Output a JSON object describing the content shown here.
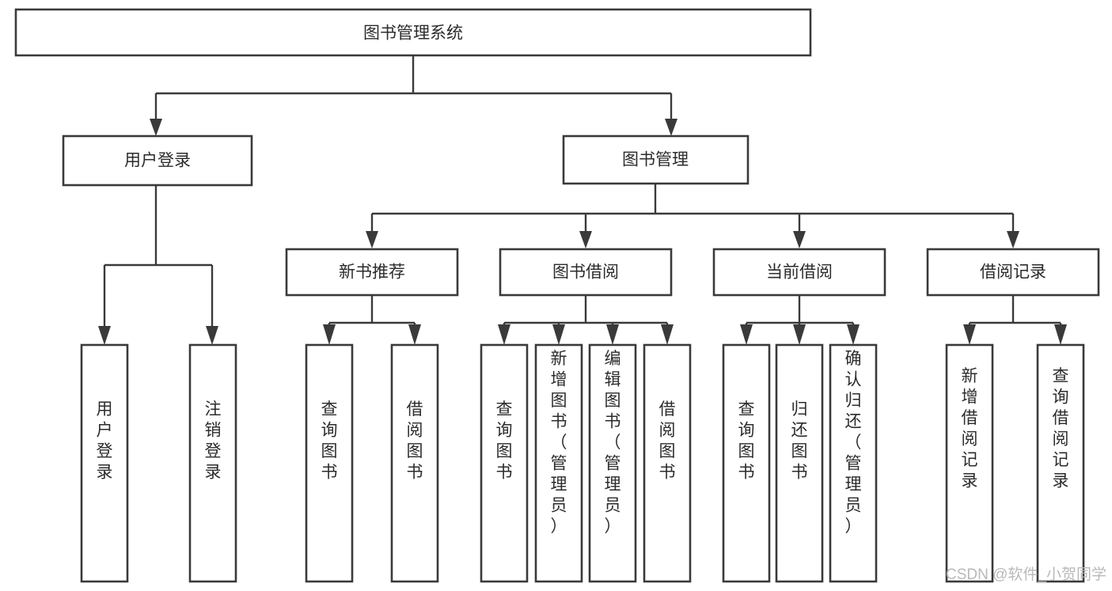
{
  "diagram": {
    "type": "tree-hierarchy",
    "title": "图书管理系统",
    "orientation": "top-down",
    "colors": {
      "box_stroke": "#3a3a3a",
      "box_fill": "#ffffff",
      "line": "#3a3a3a",
      "text": "#2b2b2b",
      "background": "#ffffff",
      "watermark": "#b9b9b9"
    },
    "root": {
      "id": "root",
      "label": "图书管理系统"
    },
    "level2": [
      {
        "id": "user-login",
        "label": "用户登录"
      },
      {
        "id": "book-manage",
        "label": "图书管理"
      }
    ],
    "level3": [
      {
        "id": "new-book-rec",
        "label": "新书推荐",
        "parent": "book-manage"
      },
      {
        "id": "book-borrow",
        "label": "图书借阅",
        "parent": "book-manage"
      },
      {
        "id": "current-borrow",
        "label": "当前借阅",
        "parent": "book-manage"
      },
      {
        "id": "borrow-record",
        "label": "借阅记录",
        "parent": "book-manage"
      }
    ],
    "leaves": {
      "user-login": [
        {
          "id": "leaf-user-login",
          "label": "用户登录"
        },
        {
          "id": "leaf-user-logout",
          "label": "注销登录"
        }
      ],
      "new-book-rec": [
        {
          "id": "leaf-query-book-1",
          "label": "查询图书"
        },
        {
          "id": "leaf-borrow-book-1",
          "label": "借阅图书"
        }
      ],
      "book-borrow": [
        {
          "id": "leaf-query-book-2",
          "label": "查询图书"
        },
        {
          "id": "leaf-add-book",
          "label": "新增图书（管理员）"
        },
        {
          "id": "leaf-edit-book",
          "label": "编辑图书（管理员）"
        },
        {
          "id": "leaf-borrow-book-2",
          "label": "借阅图书"
        }
      ],
      "current-borrow": [
        {
          "id": "leaf-query-book-3",
          "label": "查询图书"
        },
        {
          "id": "leaf-return-book",
          "label": "归还图书"
        },
        {
          "id": "leaf-confirm-return",
          "label": "确认归还（管理员）"
        }
      ],
      "borrow-record": [
        {
          "id": "leaf-add-record",
          "label": "新增借阅记录"
        },
        {
          "id": "leaf-query-record",
          "label": "查询借阅记录"
        }
      ]
    }
  },
  "watermark": {
    "label": "CSDN @软件_小贺同学"
  }
}
